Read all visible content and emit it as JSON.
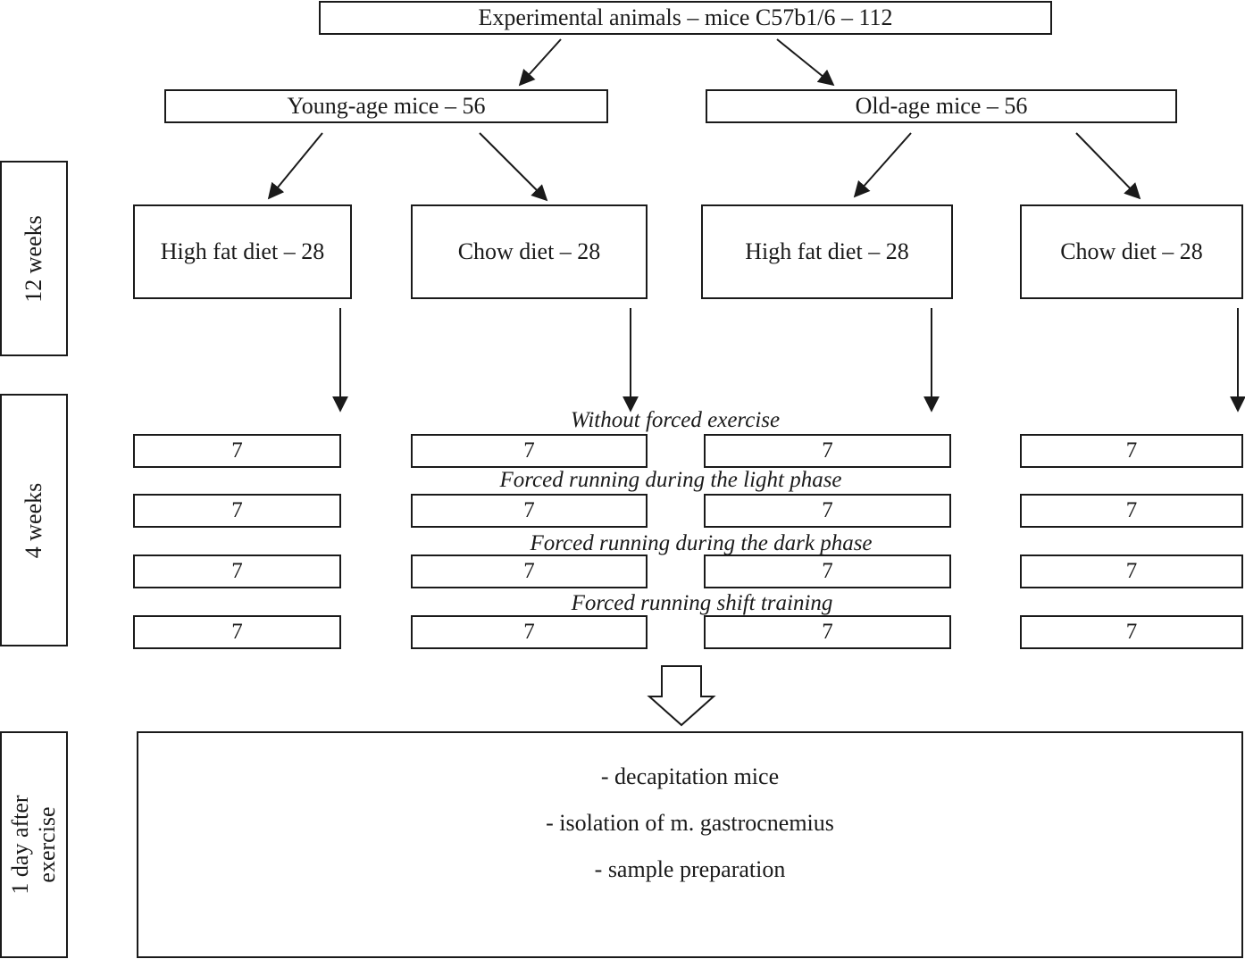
{
  "root": {
    "label": "Experimental animals – mice C57b1/6 – 112"
  },
  "age_groups": [
    {
      "label": "Young-age mice – 56"
    },
    {
      "label": "Old-age mice – 56"
    }
  ],
  "diet_groups": [
    {
      "label": "High fat diet – 28"
    },
    {
      "label": "Chow diet – 28"
    },
    {
      "label": "High fat diet – 28"
    },
    {
      "label": "Chow diet – 28"
    }
  ],
  "phases": [
    {
      "label": "Without forced exercise",
      "counts": [
        "7",
        "7",
        "7",
        "7"
      ]
    },
    {
      "label": "Forced running during the light phase",
      "counts": [
        "7",
        "7",
        "7",
        "7"
      ]
    },
    {
      "label": "Forced running during the dark phase",
      "counts": [
        "7",
        "7",
        "7",
        "7"
      ]
    },
    {
      "label": "Forced running shift training",
      "counts": [
        "7",
        "7",
        "7",
        "7"
      ]
    }
  ],
  "timeline": [
    {
      "label": "12 weeks"
    },
    {
      "label": "4 weeks"
    },
    {
      "label_line1": "1 day after",
      "label_line2": "exercise"
    }
  ],
  "final_steps": [
    "- decapitation mice",
    "- isolation of m. gastrocnemius",
    "- sample preparation"
  ]
}
